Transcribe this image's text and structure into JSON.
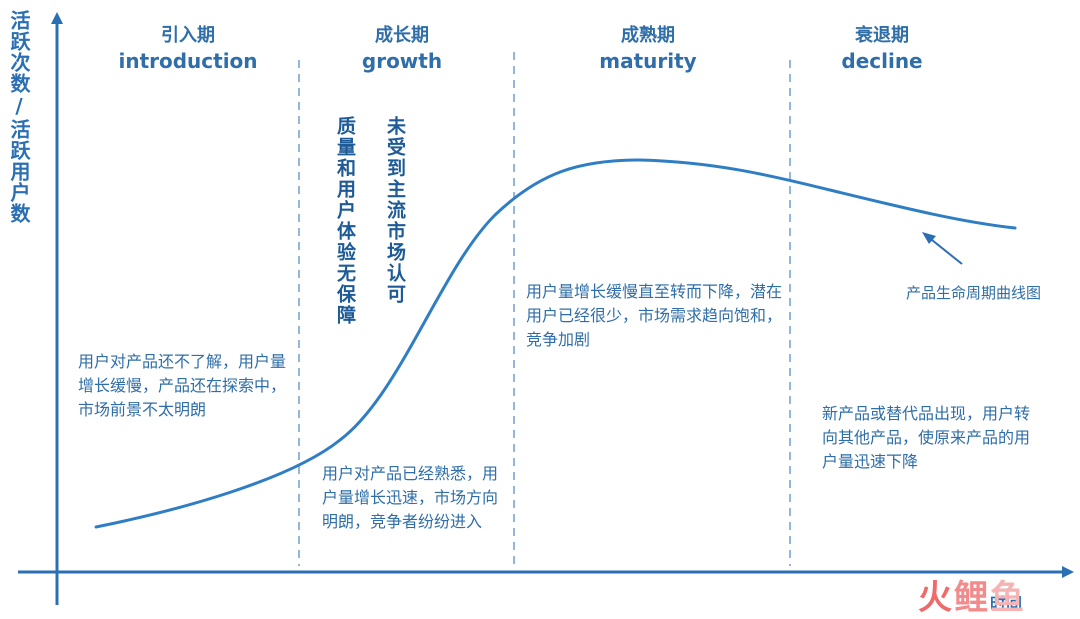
{
  "axes": {
    "y_label": "活跃次数/活跃用户数",
    "x_label": "时间"
  },
  "phases": [
    {
      "zh": "引入期",
      "en": "introduction"
    },
    {
      "zh": "成长期",
      "en": "growth"
    },
    {
      "zh": "成熟期",
      "en": "maturity"
    },
    {
      "zh": "衰退期",
      "en": "decline"
    }
  ],
  "growth_vertical_notes": {
    "left": "质量和用户体验无保障",
    "right": "未受到主流市场认可"
  },
  "descriptions": {
    "introduction": "用户对产品还不了解，用户量增长缓慢，产品还在探索中，市场前景不太明朗",
    "growth": "用户对产品已经熟悉，用户量增长迅速，市场方向明朗，竞争者纷纷进入",
    "maturity": "用户量增长缓慢直至转而下降，潜在用户已经很少，市场需求趋向饱和，竞争加剧",
    "decline": "新产品或替代品出现，用户转向其他产品，使原来产品的用户量迅速下降"
  },
  "curve_note": "产品生命周期曲线图",
  "watermark": "火鲤鱼",
  "colors": {
    "axis": "#2a6fb4",
    "curve": "#2f7ec4",
    "divider": "#6f9fcf",
    "text": "#2f6ea8"
  }
}
